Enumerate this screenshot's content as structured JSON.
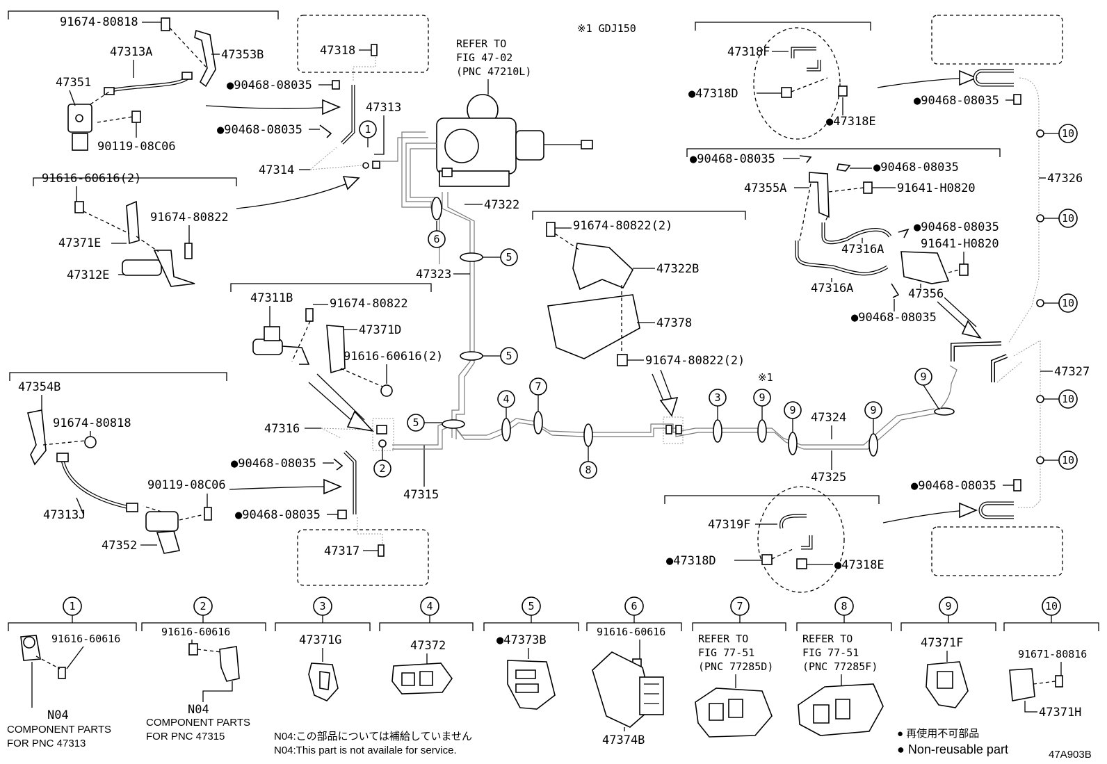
{
  "diagram_code": "47A903B",
  "note_gdj": "※1 GDJ150",
  "asterisk": "※1",
  "refer_fig_47": {
    "line1": "REFER TO",
    "line2": "FIG 47-02",
    "line3": "(PNC 47210L)"
  },
  "labels": {
    "p91674_80818_a": "91674-80818",
    "p47313A": "47313A",
    "p47353B": "47353B",
    "p47351": "47351",
    "p90119_08C06_a": "90119-08C06",
    "p47318": "47318",
    "p90468_a": "90468-08035",
    "p90468_b": "90468-08035",
    "p47313": "47313",
    "p47314": "47314",
    "p91616_60616_2a": "91616-60616(2)",
    "p91674_80822_a": "91674-80822",
    "p47371E": "47371E",
    "p47312E": "47312E",
    "p47322": "47322",
    "p47323": "47323",
    "p47311B": "47311B",
    "p91674_80822_b": "91674-80822",
    "p47371D": "47371D",
    "p91616_60616_2b": "91616-60616(2)",
    "p47354B": "47354B",
    "p91674_80818_b": "91674-80818",
    "p47316": "47316",
    "p90468_c": "90468-08035",
    "p90119_08C06_b": "90119-08C06",
    "p47313J": "47313J",
    "p47352": "47352",
    "p90468_d": "90468-08035",
    "p47317": "47317",
    "p47315": "47315",
    "p91674_80822_2a": "91674-80822(2)",
    "p47322B": "47322B",
    "p47378": "47378",
    "p91674_80822_2b": "91674-80822(2)",
    "p47324": "47324",
    "p47325": "47325",
    "p47318F": "47318F",
    "p47318D_a": "47318D",
    "p47318E_a": "47318E",
    "p90468_e": "90468-08035",
    "p47326": "47326",
    "p90468_f": "90468-08035",
    "p90468_g": "90468-08035",
    "p47355A": "47355A",
    "p91641_H0820_a": "91641-H0820",
    "p90468_h": "90468-08035",
    "p47316A_a": "47316A",
    "p91641_H0820_b": "91641-H0820",
    "p47316A_b": "47316A",
    "p47356": "47356",
    "p90468_i": "90468-08035",
    "p47327": "47327",
    "p90468_j": "90468-08035",
    "p47319F": "47319F",
    "p47318D_b": "47318D",
    "p47318E_b": "47318E"
  },
  "callouts": [
    "1",
    "2",
    "3",
    "4",
    "5",
    "6",
    "7",
    "8",
    "9",
    "10"
  ],
  "legend": {
    "item1": {
      "num": "1",
      "part": "91616-60616",
      "code": "N04",
      "note1": "COMPONENT PARTS",
      "note2": "FOR PNC 47313"
    },
    "item2": {
      "num": "2",
      "part": "91616-60616",
      "code": "N04",
      "note1": "COMPONENT PARTS",
      "note2": "FOR PNC 47315"
    },
    "item3": {
      "num": "3",
      "part": "47371G"
    },
    "item4": {
      "num": "4",
      "part": "47372"
    },
    "item5": {
      "num": "5",
      "part": "●47373B"
    },
    "item6": {
      "num": "6",
      "part_a": "91616-60616",
      "part_b": "47374B"
    },
    "item7": {
      "num": "7",
      "line1": "REFER TO",
      "line2": "FIG 77-51",
      "line3": "(PNC 77285D)"
    },
    "item8": {
      "num": "8",
      "line1": "REFER TO",
      "line2": "FIG 77-51",
      "line3": "(PNC 77285F)"
    },
    "item9": {
      "num": "9",
      "part": "47371F"
    },
    "item10": {
      "num": "10",
      "part_a": "91671-80816",
      "part_b": "47371H"
    }
  },
  "footnotes": {
    "n04_jp": "N04:この部品については補給していません",
    "n04_en": "N04:This part is not availale for service.",
    "nonreuse_jp": "● 再使用不可部品",
    "nonreuse_en": "● Non-reusable part"
  },
  "bullet": "●"
}
